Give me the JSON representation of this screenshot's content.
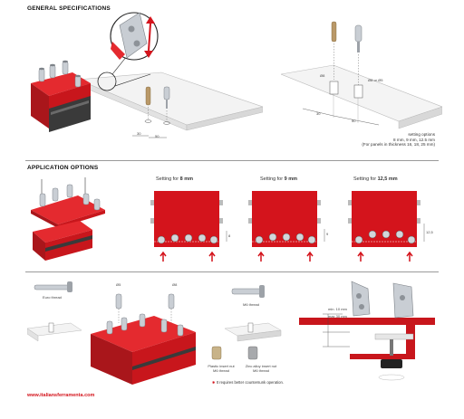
{
  "header": {
    "general_title": "GENERAL SPECIFICATIONS",
    "application_title": "APPLICATION OPTIONS"
  },
  "dims": {
    "d_left": "Ø8",
    "d_right": "Ø8 or Ø5",
    "dim_30": "30",
    "dim_50": "50"
  },
  "setting_options": {
    "line1": "setting options",
    "line2": "8 mm, 9 mm, 12.5 mm",
    "line3": "(For panels in thickness 16, 18, 25 mm)"
  },
  "settings": [
    {
      "prefix": "Setting for ",
      "value": "8 mm"
    },
    {
      "prefix": "Setting for ",
      "value": "9 mm"
    },
    {
      "prefix": "Setting for ",
      "value": "12,5 mm"
    }
  ],
  "setting_dims": [
    "8",
    "9",
    "12,5"
  ],
  "threads": {
    "euro": "Euro thread",
    "m6": "M6 thread",
    "d5": "Ø5",
    "d8": "Ø8"
  },
  "inserts": {
    "plastic_l1": "Plastic insert nut",
    "plastic_l2": "M6 thread",
    "zinc_l1": "Zinc alloy insert nut",
    "zinc_l2": "M6 thread"
  },
  "range": {
    "min": "min. 10 mm",
    "max": "max 30 mm"
  },
  "footnote": "It requires better countersunk operation.",
  "website": "www.italiansferramenta.com",
  "colors": {
    "red": "#d4141c",
    "dark_red": "#8e0d12",
    "metal": "#b9bec4",
    "panel": "#f2f2f2"
  }
}
